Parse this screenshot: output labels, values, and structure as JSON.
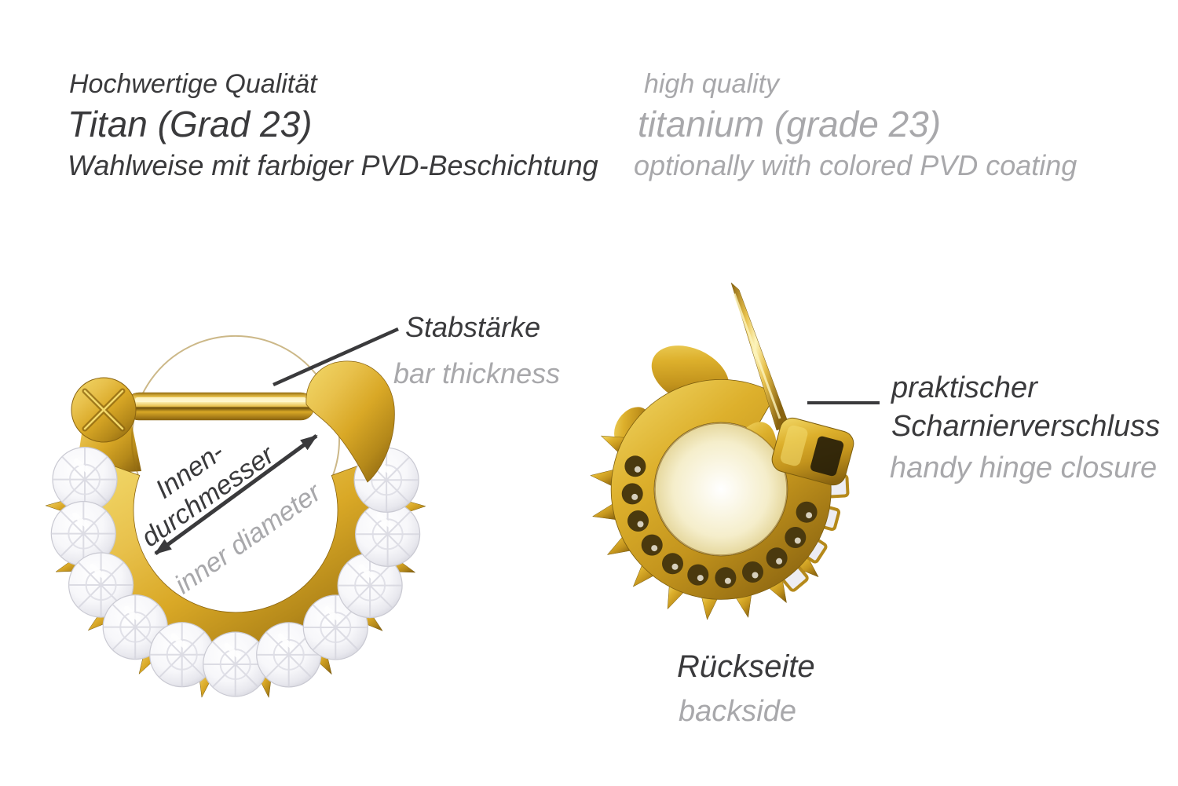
{
  "header": {
    "de": {
      "line1": "Hochwertige Qualität",
      "line2": "Titan (Grad 23)",
      "line3": "Wahlweise mit farbiger PVD-Beschichtung"
    },
    "en": {
      "line1": "high quality",
      "line2": "titanium (grade 23)",
      "line3": "optionally with colored PVD coating"
    }
  },
  "front_view": {
    "label_bar_de": "Stabstärke",
    "label_bar_en": "bar thickness",
    "label_inner_de_line1": "Innen-",
    "label_inner_de_line2": "durchmesser",
    "label_inner_en": "inner diameter"
  },
  "back_view": {
    "label_hinge_de_line1": "praktischer",
    "label_hinge_de_line2": "Scharnierverschluss",
    "label_hinge_en": "handy hinge closure",
    "caption_de": "Rückseite",
    "caption_en": "backside"
  },
  "colors": {
    "background": "#ffffff",
    "text_dark": "#3a3a3c",
    "text_gray": "#a8a8ab",
    "annotation_line": "#3a3a3c",
    "gold_main": "#d9a826",
    "gold_light": "#f2d96a",
    "gold_highlight": "#fdf4bc",
    "gold_dark": "#8a6410",
    "crystal": "#ededf2"
  }
}
